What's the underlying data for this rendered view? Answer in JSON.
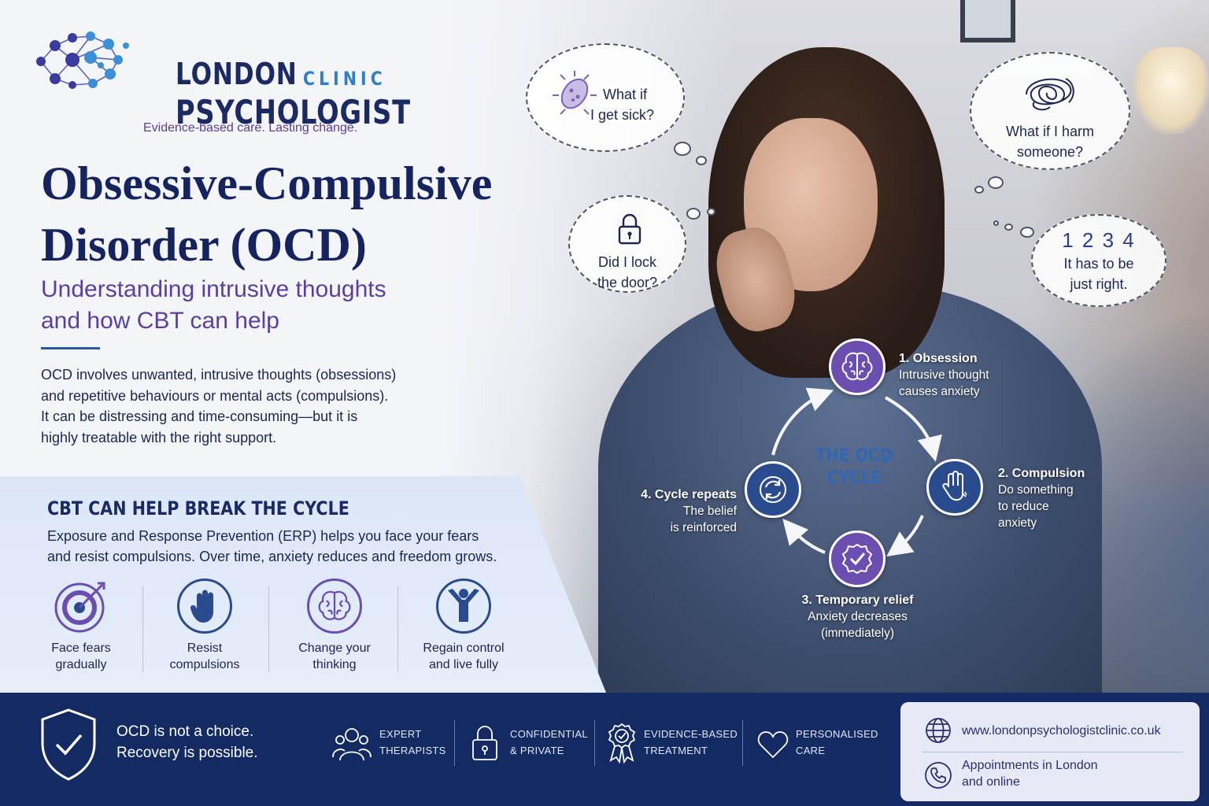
{
  "logo": {
    "line1": "LONDON",
    "clinic": "CLINIC",
    "line2": "PSYCHOLOGIST",
    "tagline": "Evidence-based care. Lasting change."
  },
  "headline": {
    "title_line1": "Obsessive-Compulsive",
    "title_line2": "Disorder (OCD)",
    "subtitle_line1": "Understanding intrusive thoughts",
    "subtitle_line2": "and how CBT can help"
  },
  "intro": {
    "line1": "OCD involves unwanted, intrusive thoughts (obsessions)",
    "line2": "and repetitive behaviours or mental acts (compulsions).",
    "line3": "It can be distressing and time-consuming—but it is",
    "line4": "highly treatable with the right support."
  },
  "thoughts": [
    {
      "line1": "What if",
      "line2": "I get sick?",
      "icon": "germ-icon"
    },
    {
      "line1": "What if I harm",
      "line2": "someone?",
      "icon": "scribble-icon"
    },
    {
      "line1": "Did I lock",
      "line2": "the door?",
      "icon": "padlock-icon"
    },
    {
      "numbers": "1 2 3 4",
      "line1": "It has to be",
      "line2": "just right."
    }
  ],
  "cycle": {
    "center_line1": "THE OCD",
    "center_line2": "CYCLE",
    "steps": [
      {
        "title": "1. Obsession",
        "line1": "Intrusive thought",
        "line2": "causes anxiety",
        "icon": "brain-icon"
      },
      {
        "title": "2. Compulsion",
        "line1": "Do something",
        "line2": "to reduce",
        "line3": "anxiety",
        "icon": "hand-icon"
      },
      {
        "title": "3. Temporary relief",
        "line1": "Anxiety decreases",
        "line2": "(immediately)",
        "icon": "check-icon"
      },
      {
        "title": "4. Cycle repeats",
        "line1": "The belief",
        "line2": "is reinforced",
        "icon": "repeat-icon"
      }
    ]
  },
  "cbt": {
    "heading": "CBT CAN HELP BREAK THE CYCLE",
    "line1": "Exposure and Response Prevention (ERP) helps you face your fears",
    "line2": "and resist compulsions. Over time, anxiety reduces and freedom grows.",
    "benefits": [
      {
        "line1": "Face fears",
        "line2": "gradually",
        "icon": "target-icon"
      },
      {
        "line1": "Resist",
        "line2": "compulsions",
        "icon": "stop-hand-icon"
      },
      {
        "line1": "Change your",
        "line2": "thinking",
        "icon": "brain-icon"
      },
      {
        "line1": "Regain control",
        "line2": "and live fully",
        "icon": "person-arms-up-icon"
      }
    ]
  },
  "footer": {
    "message_line1": "OCD is not a choice.",
    "message_line2": "Recovery is possible.",
    "badges": [
      {
        "line1": "EXPERT",
        "line2": "THERAPISTS",
        "icon": "people-icon"
      },
      {
        "line1": "CONFIDENTIAL",
        "line2": "& PRIVATE",
        "icon": "lock-icon"
      },
      {
        "line1": "EVIDENCE-BASED",
        "line2": "TREATMENT",
        "icon": "award-icon"
      },
      {
        "line1": "PERSONALISED",
        "line2": "CARE",
        "icon": "heart-icon"
      }
    ],
    "website": "www.londonpsychologistclinic.co.uk",
    "appointments_line1": "Appointments in London",
    "appointments_line2": "and online"
  },
  "colors": {
    "navy": "#132a63",
    "purple": "#5b3f9e",
    "blue": "#2f67b5",
    "panel": "#dbe6f7"
  }
}
